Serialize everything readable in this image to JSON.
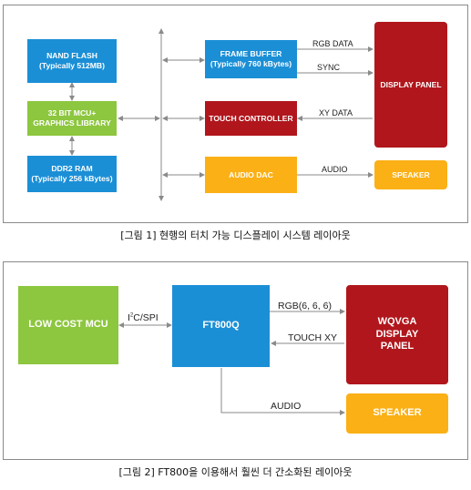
{
  "figure1": {
    "nand_flash": {
      "line1": "NAND FLASH",
      "line2": "(Typically 512MB)"
    },
    "mcu": {
      "line1": "32 BIT MCU+",
      "line2": "GRAPHICS LIBRARY"
    },
    "ddr2": {
      "line1": "DDR2 RAM",
      "line2": "(Typically 256 kBytes)"
    },
    "frame_buffer": {
      "line1": "FRAME BUFFER",
      "line2": "(Typically 760 kBytes)"
    },
    "touch_controller": "TOUCH CONTROLLER",
    "audio_dac": "AUDIO DAC",
    "display_panel": "DISPLAY PANEL",
    "speaker": "SPEAKER",
    "labels": {
      "rgb": "RGB DATA",
      "sync": "SYNC",
      "xy": "XY DATA",
      "audio": "AUDIO"
    },
    "caption": "[그림 1] 현행의 터치 가능 디스플레이 시스템 레이아웃"
  },
  "figure2": {
    "low_cost_mcu": "LOW COST MCU",
    "ft800q": "FT800Q",
    "wqvga": {
      "line1": "WQVGA",
      "line2": "DISPLAY",
      "line3": "PANEL"
    },
    "speaker": "SPEAKER",
    "labels": {
      "i2c_prefix": "I",
      "i2c_sup": "2",
      "i2c_suffix": "C/SPI",
      "rgb": "RGB(6, 6, 6)",
      "touch_xy": "TOUCH XY",
      "audio": "AUDIO"
    },
    "caption": "[그림 2] FT800을 이용해서 훨씬 더 간소화된 레이아웃"
  },
  "colors": {
    "blue": "#1b8fd6",
    "green": "#8dc63f",
    "red": "#b0161c",
    "orange": "#fbb016",
    "arrow": "#8a8a8a"
  }
}
